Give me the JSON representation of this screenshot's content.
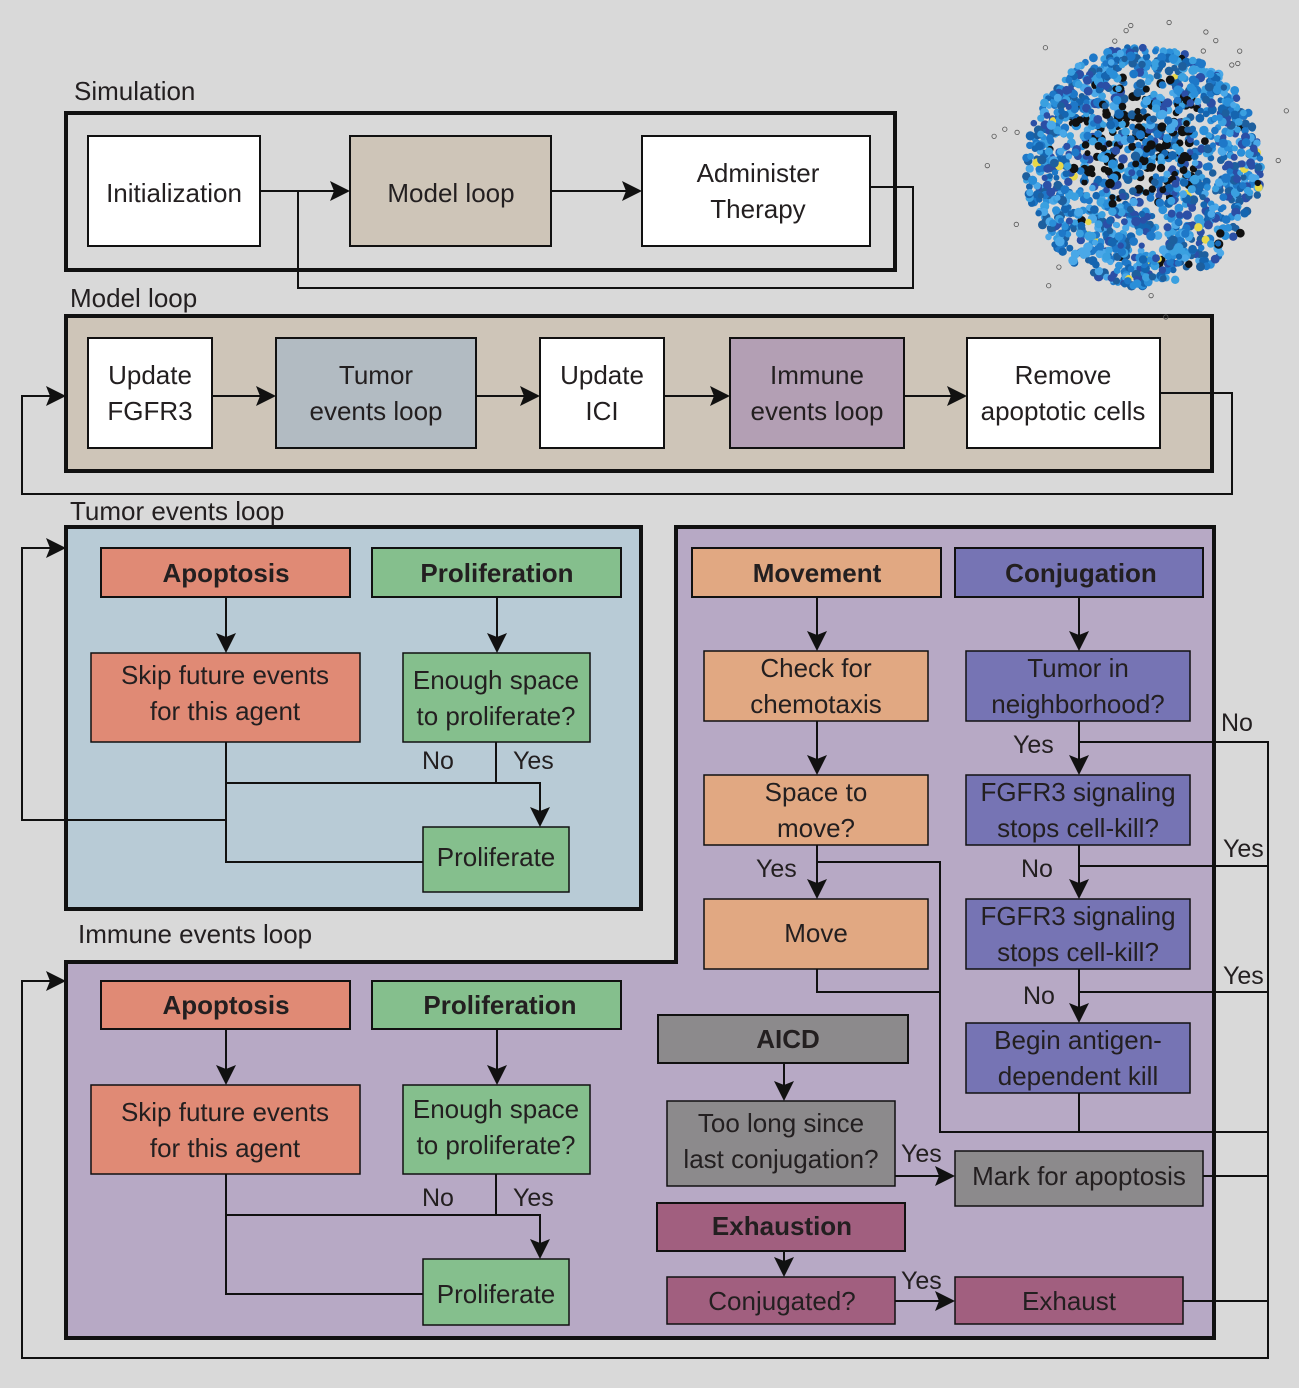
{
  "colors": {
    "background": "#d9d9d9",
    "model_loop_panel": "#cec5b8",
    "tumor_panel": "#b8cbd6",
    "immune_panel": "#b7a9c5",
    "tumor_loop_box": "#b2bbc2",
    "immune_loop_box": "#b39fb4",
    "apoptosis": "#e08a75",
    "proliferation": "#85bf8d",
    "movement": "#e1a882",
    "conjugation": "#7674b4",
    "aicd": "#8c8a8c",
    "exhaustion": "#a15f7f"
  },
  "sections": {
    "simulation": "Simulation",
    "model_loop": "Model loop",
    "tumor_events": "Tumor events loop",
    "immune_events": "Immune events loop"
  },
  "simulation": {
    "initialization": "Initialization",
    "model_loop": "Model loop",
    "administer_1": "Administer",
    "administer_2": "Therapy"
  },
  "model_loop": {
    "fgfr3_1": "Update",
    "fgfr3_2": "FGFR3",
    "tumor_1": "Tumor",
    "tumor_2": "events loop",
    "ici_1": "Update",
    "ici_2": "ICI",
    "immune_1": "Immune",
    "immune_2": "events loop",
    "remove_1": "Remove",
    "remove_2": "apoptotic cells"
  },
  "tumor_events": {
    "apoptosis": "Apoptosis",
    "proliferation": "Proliferation",
    "skip_1": "Skip future events",
    "skip_2": "for this agent",
    "space_1": "Enough space",
    "space_2": "to proliferate?",
    "no": "No",
    "yes": "Yes",
    "proliferate": "Proliferate"
  },
  "immune_events": {
    "apoptosis": "Apoptosis",
    "proliferation": "Proliferation",
    "skip_1": "Skip future events",
    "skip_2": "for this agent",
    "space_1": "Enough space",
    "space_2": "to proliferate?",
    "no": "No",
    "yes": "Yes",
    "proliferate": "Proliferate",
    "movement": "Movement",
    "chemotaxis_1": "Check for",
    "chemotaxis_2": "chemotaxis",
    "space_move_1": "Space to",
    "space_move_2": "move?",
    "move_yes": "Yes",
    "move": "Move",
    "conjugation": "Conjugation",
    "tumor_nb_1": "Tumor in",
    "tumor_nb_2": "neighborhood?",
    "nb_yes": "Yes",
    "nb_no": "No",
    "fgfr3a_1": "FGFR3 signaling",
    "fgfr3a_2": "stops cell-kill?",
    "fgfr3a_no": "No",
    "fgfr3a_yes": "Yes",
    "fgfr3b_1": "FGFR3 signaling",
    "fgfr3b_2": "stops cell-kill?",
    "fgfr3b_no": "No",
    "fgfr3b_yes": "Yes",
    "kill_1": "Begin antigen-",
    "kill_2": "dependent kill",
    "aicd": "AICD",
    "too_long_1": "Too long since",
    "too_long_2": "last conjugation?",
    "aicd_yes": "Yes",
    "mark": "Mark for apoptosis",
    "exhaustion": "Exhaustion",
    "conjugated": "Conjugated?",
    "ex_yes": "Yes",
    "exhaust": "Exhaust"
  },
  "icons": {
    "tumor_render": "tumor-spheroid-icon"
  }
}
